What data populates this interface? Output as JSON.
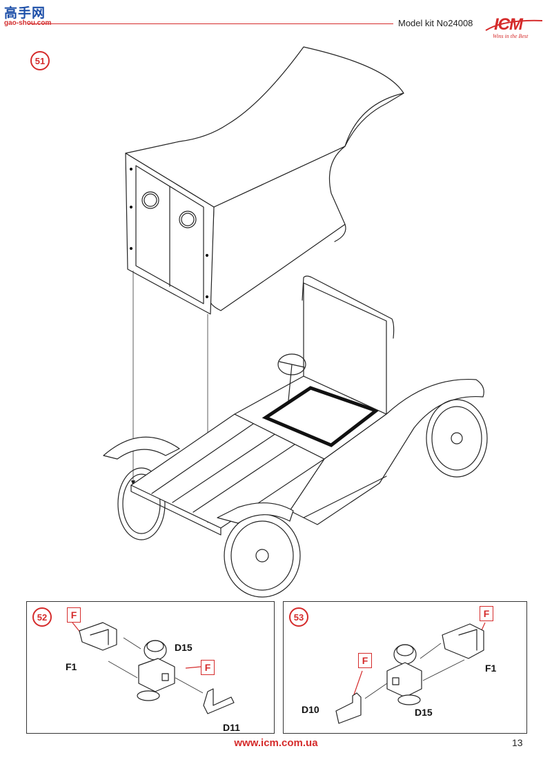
{
  "header": {
    "watermark_cn": "高手网",
    "watermark_url": "gao-shou.com",
    "model_label": "Model kit No24008",
    "brand": "ICM",
    "brand_tagline": "Wins in the Best"
  },
  "steps": {
    "main": {
      "number": "51"
    },
    "panel_left": {
      "number": "52",
      "marker": "F",
      "marker_2": "F",
      "parts": {
        "f1": "F1",
        "d15": "D15",
        "d11": "D11"
      }
    },
    "panel_right": {
      "number": "53",
      "marker": "F",
      "marker_2": "F",
      "parts": {
        "f1": "F1",
        "d15": "D15",
        "d10": "D10"
      }
    }
  },
  "footer": {
    "url": "www.icm.com.ua",
    "page_number": "13"
  },
  "colors": {
    "accent": "#d52b2b",
    "line": "#222222"
  }
}
